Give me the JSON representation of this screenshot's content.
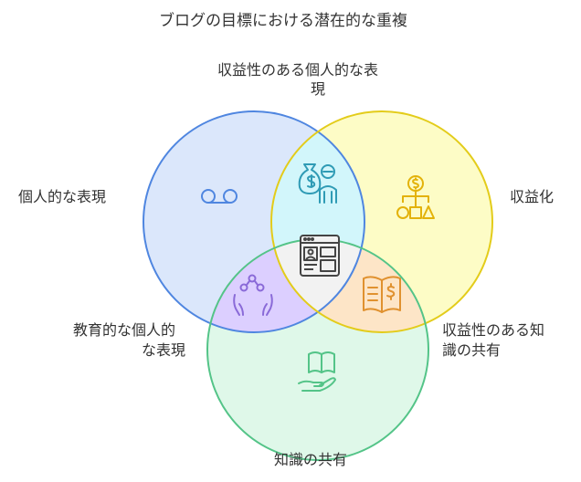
{
  "title": "ブログの目標における潜在的な重複",
  "circles": {
    "personal": {
      "label": "個人的な表現",
      "fill": "#dbe7fb",
      "stroke": "#4f86e0"
    },
    "monetize": {
      "label": "収益化",
      "fill": "#fdfcc6",
      "stroke": "#e3cc1a"
    },
    "knowledge": {
      "label": "知識の共有",
      "fill": "#dff8e9",
      "stroke": "#54c488"
    }
  },
  "overlaps": {
    "personal_monetize": {
      "label_line1": "収益性のある個人的な表",
      "label_line2": "現",
      "fill": "#d2f6fb"
    },
    "personal_knowledge": {
      "label_line1": "教育的な個人的",
      "label_line2": "な表現",
      "fill": "#dccfff"
    },
    "monetize_knowledge": {
      "label_line1": "収益性のある知",
      "label_line2": "識の共有",
      "fill": "#fde5c7"
    },
    "center": {
      "fill": "#f2f2f2"
    }
  },
  "icons": {
    "personal": "voicemail-icon",
    "monetize": "org-chart-dollar-icon",
    "knowledge": "book-in-hand-icon",
    "personal_monetize": "money-bag-person-icon",
    "personal_knowledge": "hands-network-icon",
    "monetize_knowledge": "book-dollar-icon",
    "center": "blog-profile-icon"
  }
}
